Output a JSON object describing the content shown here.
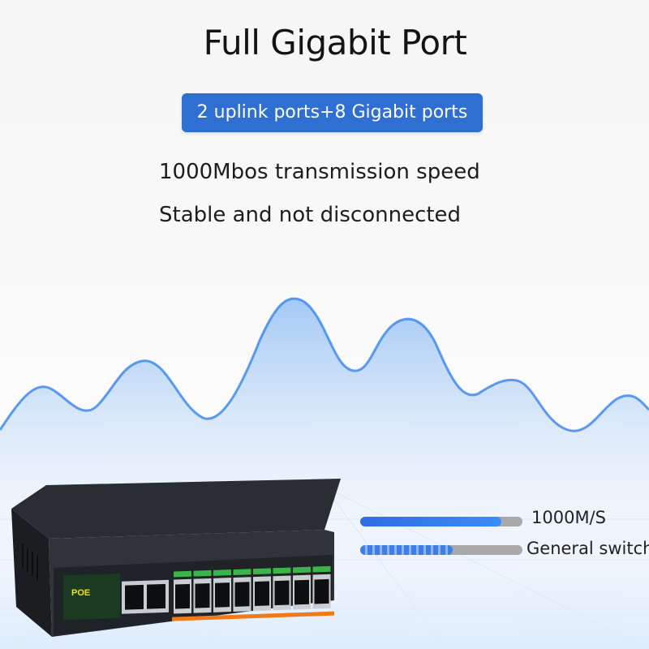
{
  "heading": "Full Gigabit Port",
  "badge": "2 uplink ports+8 Gigabit ports",
  "features": [
    "1000Mbos transmission speed",
    "Stable and not disconnected"
  ],
  "comparison": [
    {
      "label": "1000M/S",
      "fill": 0.87
    },
    {
      "label": "General switch",
      "fill": 0.57
    }
  ],
  "device": {
    "brand_label": "POE",
    "port_count": 10,
    "colors": {
      "body": "#23262b",
      "port_led": "#3ab54a",
      "poe_strip": "#f07a18"
    }
  },
  "colors": {
    "accent": "#2f6fd1",
    "wave": "#4c93ee"
  }
}
